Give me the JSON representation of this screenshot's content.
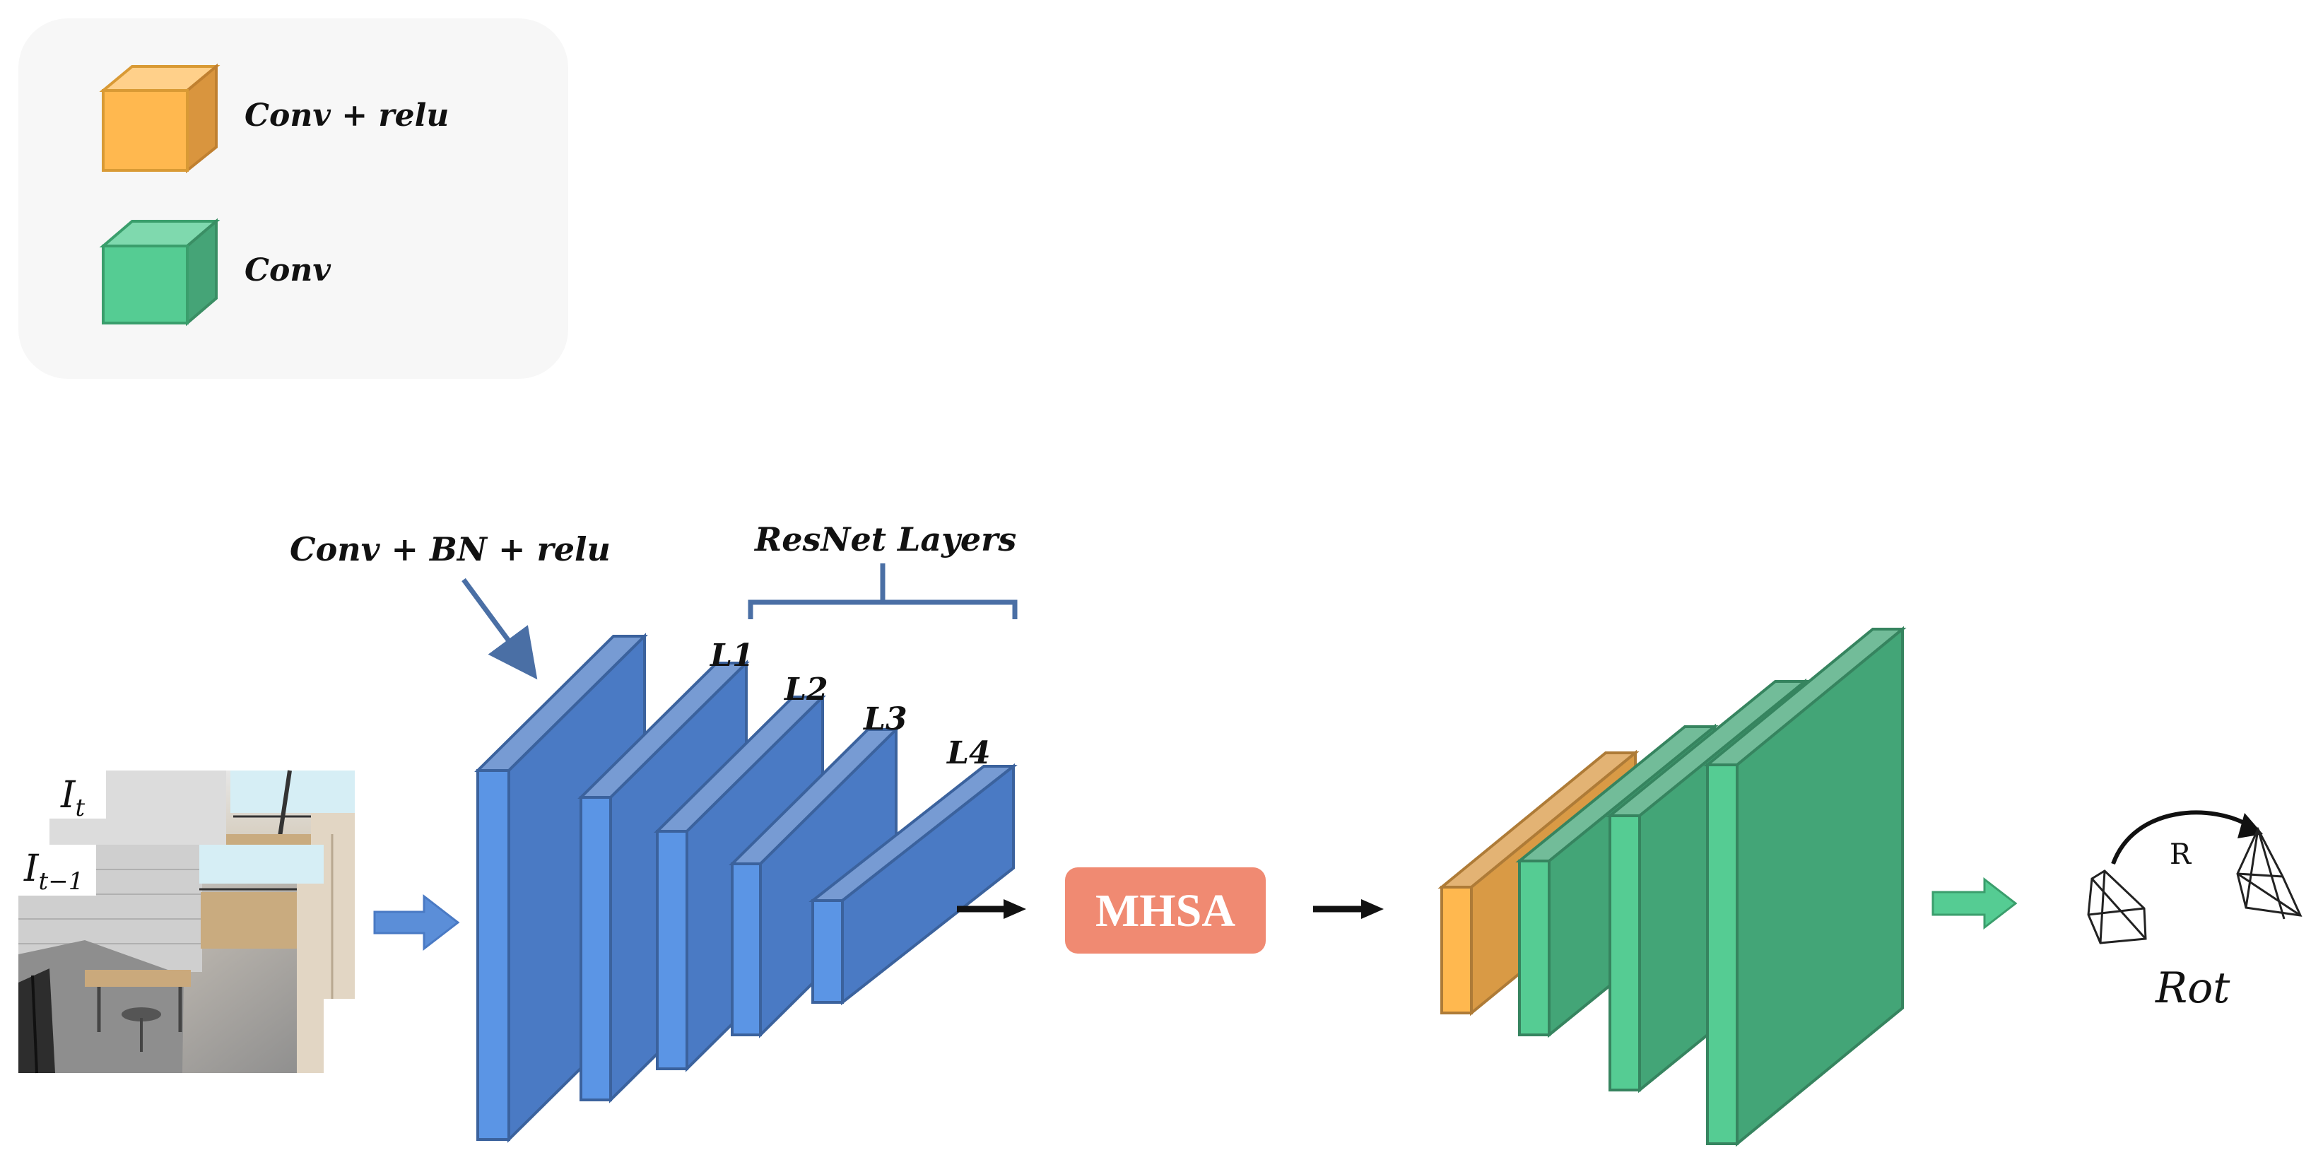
{
  "legend": {
    "items": [
      {
        "label": "Conv + relu",
        "color": "#FFB84F"
      },
      {
        "label": "Conv",
        "color": "#55CC93"
      }
    ]
  },
  "input": {
    "frame_current_label": "I",
    "frame_current_sub": "t",
    "frame_prev_label": "I",
    "frame_prev_sub": "t−1"
  },
  "encoder": {
    "stem_label": "Conv + BN + relu",
    "group_label": "ResNet Layers",
    "layers": [
      "L1",
      "L2",
      "L3",
      "L4"
    ],
    "color": "#4A7AC4"
  },
  "attention": {
    "label": "MHSA",
    "color": "#F08A72"
  },
  "decoder": {
    "colors": {
      "conv_relu": "#FFB84F",
      "conv": "#55CC93"
    }
  },
  "output": {
    "rotation_label": "R",
    "label": "Rot"
  }
}
